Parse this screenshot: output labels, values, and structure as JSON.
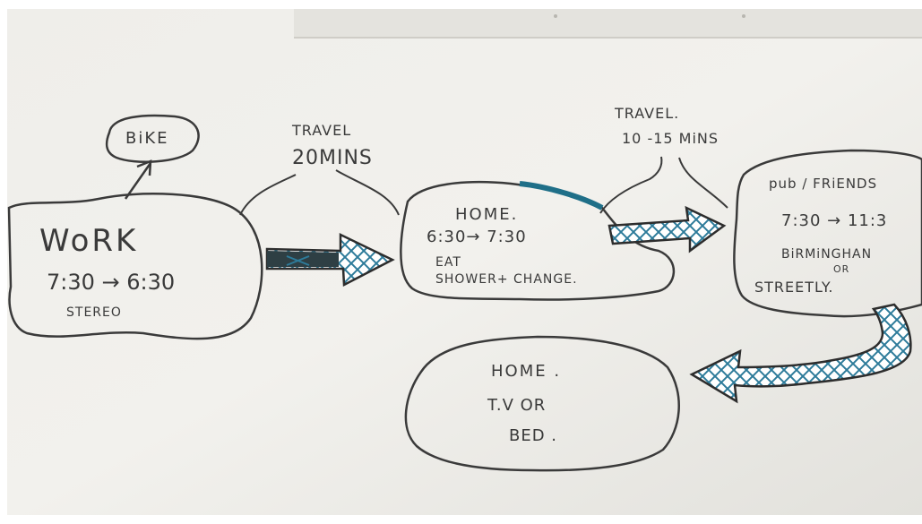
{
  "whiteboard": {
    "ink_color": "#3a3a3a",
    "accent_color": "#1f6f88",
    "bike": {
      "label": "BiKE"
    },
    "work": {
      "title": "WoRK",
      "time": "7:30 → 6:30",
      "note": "STEREO"
    },
    "travel_1": {
      "line1": "TRAVEL",
      "line2": "20MINS"
    },
    "home_1": {
      "title": "HOME.",
      "time": "6:30→ 7:30",
      "line1": "EAT",
      "line2": "SHOWER+ CHANGE."
    },
    "travel_2": {
      "line1": "TRAVEL.",
      "line2": "10 -15 MiNS"
    },
    "pub": {
      "title": "pub / FRiENDS",
      "time": "7:30 → 11:3",
      "line1": "BiRMiNGHAN",
      "line2": "OR",
      "line3": "STREETLY."
    },
    "home_2": {
      "title": "HOME .",
      "line1": "T.V OR",
      "line2": "BED ."
    }
  }
}
